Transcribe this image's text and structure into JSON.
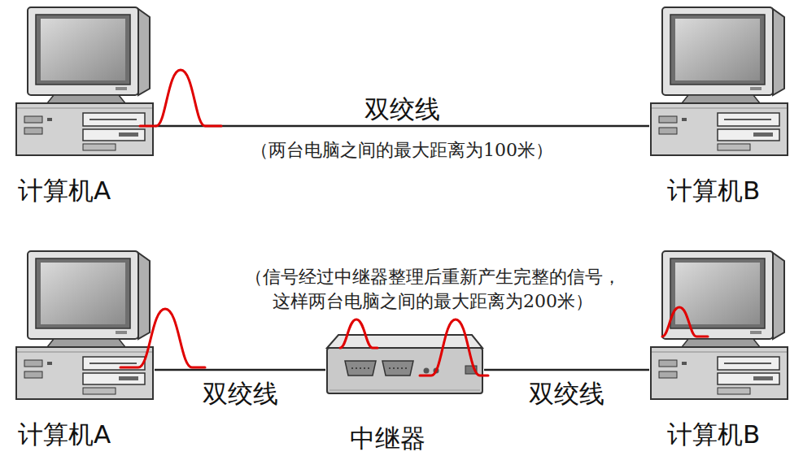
{
  "diagram": {
    "nodes": [
      {
        "text": [
          "计算机A"
        ]
      },
      {
        "text": [
          "计算机B"
        ]
      },
      {
        "text": [
          "计算机A"
        ]
      },
      {
        "text": [
          "中继器"
        ]
      },
      {
        "text": [
          "计算机B"
        ]
      }
    ],
    "edges": [
      {
        "from": 0,
        "to": 1,
        "arrow": "none",
        "label": "双绞线"
      },
      {
        "from": 2,
        "to": 3,
        "arrow": "none",
        "label": "双绞线"
      },
      {
        "from": 3,
        "to": 4,
        "arrow": "none",
        "label": "双绞线"
      }
    ],
    "labels": [
      "（两台电脑之间的最大距离为100米）",
      "（信号经过中继器整理后重新产生完整的信号， 这样两台电脑之间的最大距离为200米）"
    ]
  }
}
